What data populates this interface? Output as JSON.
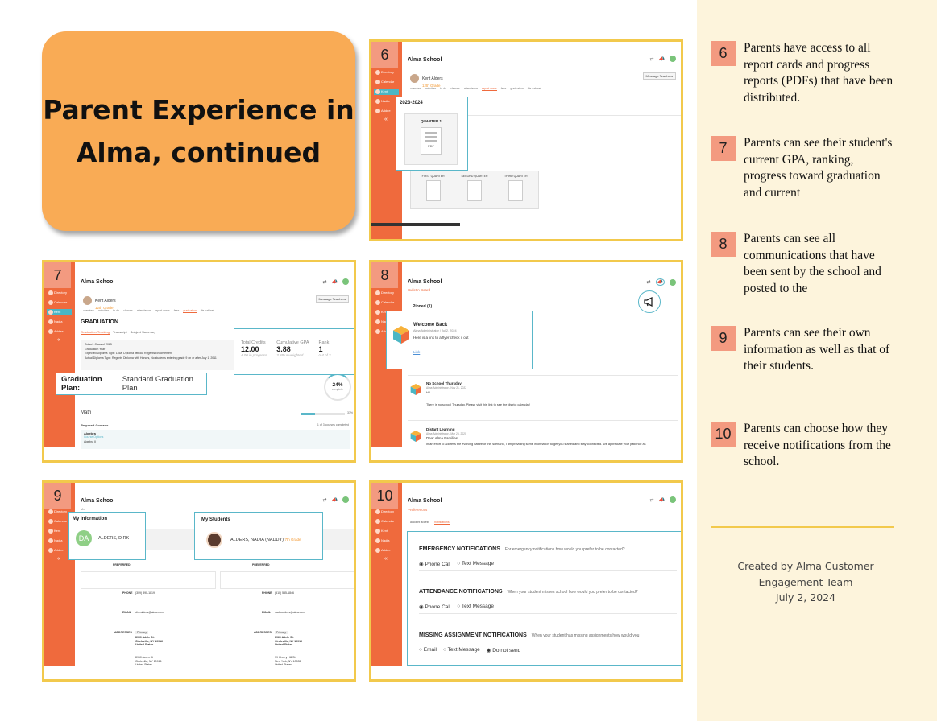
{
  "title": "Parent Experience in Alma, continued",
  "colors": {
    "accent_orange": "#f9ab55",
    "badge": "#f39a80",
    "frame": "#f2c94c",
    "sidebar": "#ef6a3d",
    "highlight": "#5ab7c9",
    "cream": "#fdf4dc"
  },
  "captions": [
    {
      "num": "6",
      "text": "Parents have access to all report cards and progress reports (PDFs) that have been distributed."
    },
    {
      "num": "7",
      "text": "Parents can see their student's current GPA, ranking, progress toward graduation and current"
    },
    {
      "num": "8",
      "text": "Parents can see all communications that have been sent by the school and posted to the"
    },
    {
      "num": "9",
      "text": "Parents can see their own information as well as that of their students."
    },
    {
      "num": "10",
      "text": "Parents can choose how they receive notifications from the school."
    }
  ],
  "credits": {
    "line1": "Created by Alma Customer",
    "line2": "Engagement Team",
    "line3": "July 2, 2024"
  },
  "app": {
    "school": "Alma School",
    "nav": [
      "Directory",
      "Calendar",
      "Kent",
      "Nadia",
      "Addee"
    ],
    "student_name": "Kent Alders",
    "student_grade": "12th Grade",
    "message_button": "Message Teachers",
    "tabs": [
      "overview",
      "activities",
      "to do",
      "classes",
      "attendance",
      "report cards",
      "fees",
      "graduation",
      "file cabinet"
    ]
  },
  "panel6": {
    "year": "2023-2024",
    "quarter": "QUARTER 1",
    "pdf": "PDF",
    "cards": [
      "FIRST QUARTER",
      "SECOND QUARTER",
      "THIRD QUARTER"
    ]
  },
  "panel7": {
    "heading": "GRADUATION",
    "subtabs": [
      "Graduation Tracking",
      "Transcript",
      "Subject Summary"
    ],
    "details": [
      "Cohort: Class of 2025",
      "Graduation Year",
      "Expected Diploma Type: Local Diploma without Regents Endorsement",
      "Actual Diploma Type: Regents Diploma with Honors, No students entering grade 9 on or after July 1, 2011"
    ],
    "plan_label": "Graduation Plan:",
    "plan_value": "Standard Graduation Plan",
    "stats": [
      {
        "label": "Total Credits",
        "value": "12.00",
        "sub": "4.00 in progress"
      },
      {
        "label": "Cumulative GPA",
        "value": "3.88",
        "sub": "3.88 unweighted"
      },
      {
        "label": "Rank",
        "value": "1",
        "sub": "out of 2"
      }
    ],
    "progress_pct": "24%",
    "progress_label": "complete",
    "subject": "Math",
    "subject_pct": "33%",
    "required": "Required Courses",
    "required_right": "1 of 3 courses completed",
    "course1": "Algebra",
    "course1_sub": "Course Options",
    "course2": "Algebra II"
  },
  "panel8": {
    "subhead": "Bulletin Board",
    "pinned": "Pinned (1)",
    "popup_title": "Welcome Back",
    "popup_meta": "Alma Administrator / Jul 2, 2024",
    "popup_body": "Here is a link to a flyer check it out",
    "popup_link": "Link",
    "post1_title": "No School Thursday",
    "post1_meta": "Alma Administrator / Nov 21, 2022",
    "post1_hi": "Hi!",
    "post1_body": "There is no school Thursday. Please visit this link to see the district calendar!",
    "post2_title": "Distant Learning",
    "post2_meta": "Alma Administrator / Mar 25, 2020",
    "post2_greet": "Dear Alma Families,",
    "post2_body": "In an effort to address the evolving nature of this scenario, I am providing some information to get you started and stay connected. We appreciate your patience as"
  },
  "panel9": {
    "tab": "Me",
    "my_info": "My Information",
    "my_initials": "DA",
    "my_name": "ALDERS, DIRK",
    "my_students": "My Students",
    "student_name": "ALDERS, NADIA (NADDY)",
    "student_grade": "7th Grade",
    "fields": [
      "PREFERRED",
      "PHONE",
      "EMAIL",
      "ADDRESSES"
    ],
    "left_phone": "(309) 390-1819",
    "left_email": "dirk.alders@alma.com",
    "right_phone": "(510) 555-1846",
    "right_email": "nadia.alders@alma.com",
    "left_address": [
      "8960 Adele St.",
      "Circleville, NY 10916",
      "United States"
    ],
    "left_address2": [
      "8960 Acorn St",
      "Circleville, NY 10916",
      "United States"
    ],
    "right_address": [
      "8960 Adele St.",
      "Circleville, NY 10916",
      "United States"
    ],
    "right_address2": [
      "79 Cherry Hill St.",
      "New York, NY 10028",
      "United States"
    ],
    "address_tag": "Primary"
  },
  "panel10": {
    "crumb": "Preferences",
    "subtabs": [
      "account access",
      "notifications"
    ],
    "sections": [
      {
        "title": "EMERGENCY NOTIFICATIONS",
        "question": "For emergency notifications how would you prefer to be contacted?",
        "options": [
          "Phone Call",
          "Text Message"
        ],
        "selected": 0
      },
      {
        "title": "ATTENDANCE NOTIFICATIONS",
        "question": "When your student misses school how would you prefer to be contacted?",
        "options": [
          "Phone Call",
          "Text Message"
        ],
        "selected": 0
      },
      {
        "title": "MISSING ASSIGNMENT NOTIFICATIONS",
        "question": "When your student has missing assignments how would you",
        "options": [
          "Email",
          "Text Message",
          "Do not send"
        ],
        "selected": 2
      }
    ]
  }
}
